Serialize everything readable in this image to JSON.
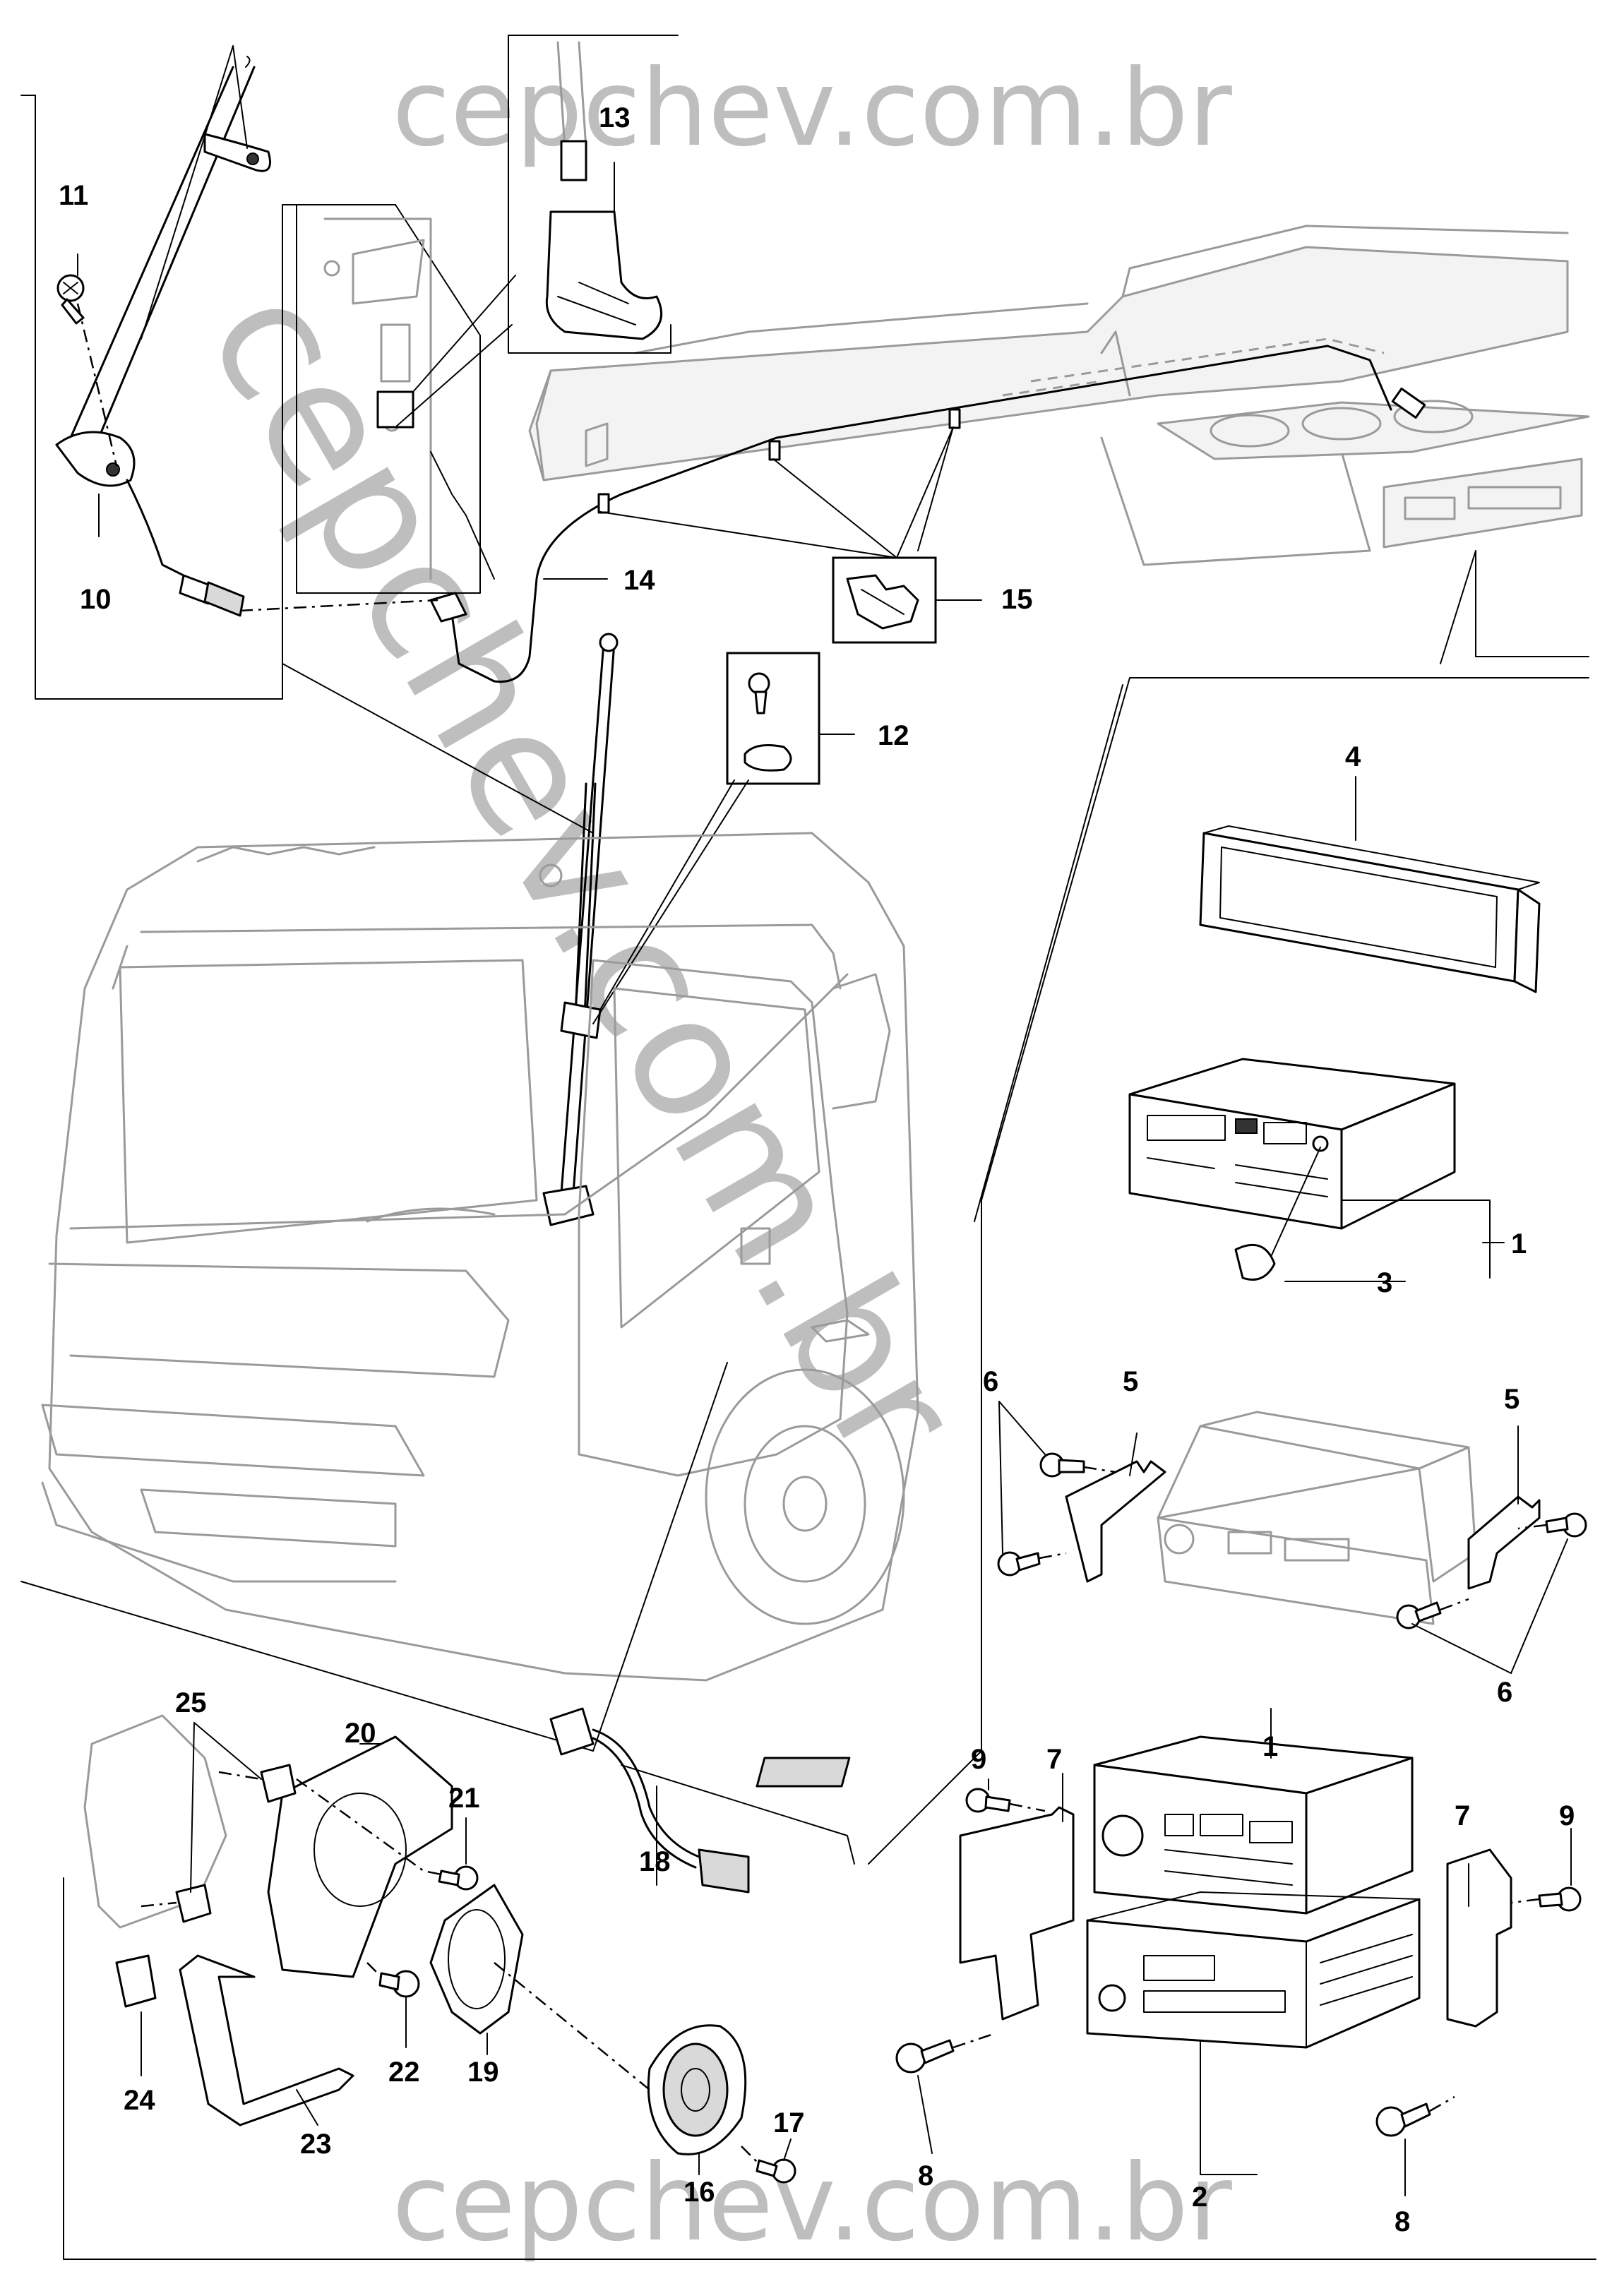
{
  "watermark": {
    "top": "cepchev.com.br",
    "bottom": "cepchev.com.br",
    "diagonal": "cepchev.com.br"
  },
  "callouts": {
    "c1a": "1",
    "c1b": "1",
    "c2": "2",
    "c3": "3",
    "c4": "4",
    "c5a": "5",
    "c5b": "5",
    "c6a": "6",
    "c6b": "6",
    "c7a": "7",
    "c7b": "7",
    "c8a": "8",
    "c8b": "8",
    "c9a": "9",
    "c9b": "9",
    "c10": "10",
    "c11": "11",
    "c12": "12",
    "c13": "13",
    "c14": "14",
    "c15": "15",
    "c16": "16",
    "c17": "17",
    "c18": "18",
    "c19": "19",
    "c20": "20",
    "c21": "21",
    "c22": "22",
    "c23": "23",
    "c24": "24",
    "c25": "25"
  }
}
